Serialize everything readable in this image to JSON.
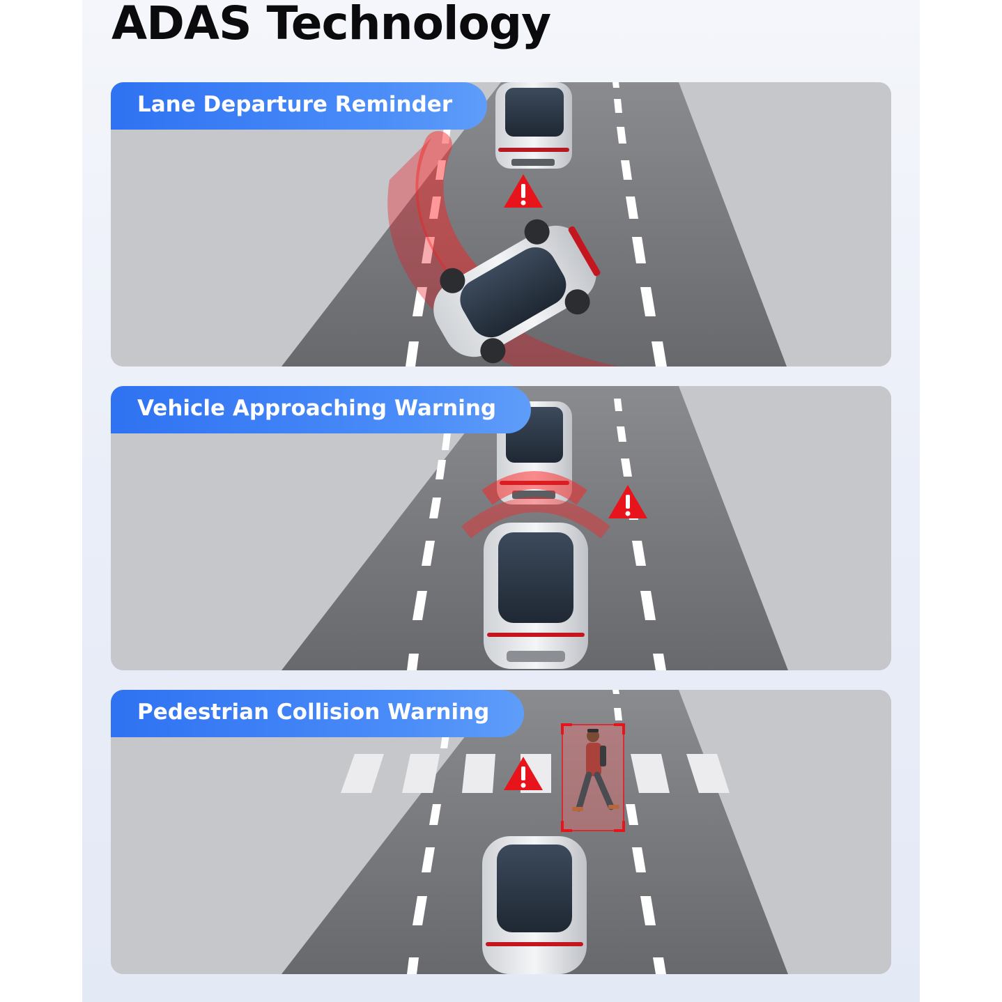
{
  "page": {
    "title": "ADAS Technology"
  },
  "panels": [
    {
      "label": "Lane Departure Reminder"
    },
    {
      "label": "Vehicle Approaching Warning"
    },
    {
      "label": "Pedestrian Collision Warning"
    }
  ],
  "colors": {
    "label_blue": "#3a7ff5",
    "warning_red": "#e8141c",
    "road_gray": "#6f7074",
    "shoulder_gray": "#c9cacd"
  },
  "icons": {
    "warning": "warning-triangle-icon"
  }
}
